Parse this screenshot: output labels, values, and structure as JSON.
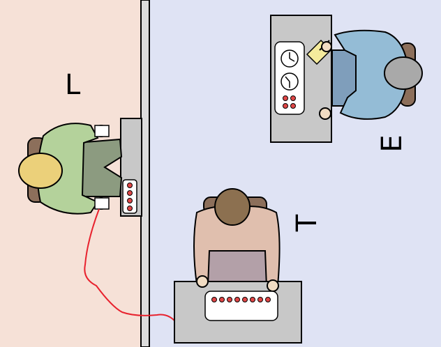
{
  "labels": {
    "learner": "L",
    "teacher": "T",
    "experimenter": "E"
  },
  "colors": {
    "learner_room": "#f6e1d7",
    "control_room": "#dfe3f4",
    "partition_wall": "#dcdcdc",
    "desk": "#c8c8c8",
    "chair": "#8c6f5b",
    "learner_shirt": "#b4d29b",
    "learner_pants": "#8c9b80",
    "learner_hair": "#ebd07a",
    "teacher_shirt": "#e0bfae",
    "teacher_pants": "#b3a0a8",
    "teacher_hair": "#8c7050",
    "experimenter_shirt": "#94bcd6",
    "experimenter_pants": "#7f9ebb",
    "experimenter_hair": "#a9a9a9",
    "skin": "#f1dcc3",
    "electrode_wire": "#e8222e",
    "button": "#e04747",
    "notepad": "#f5eb9c"
  },
  "icons": [
    "clock-icon",
    "clock-icon"
  ]
}
